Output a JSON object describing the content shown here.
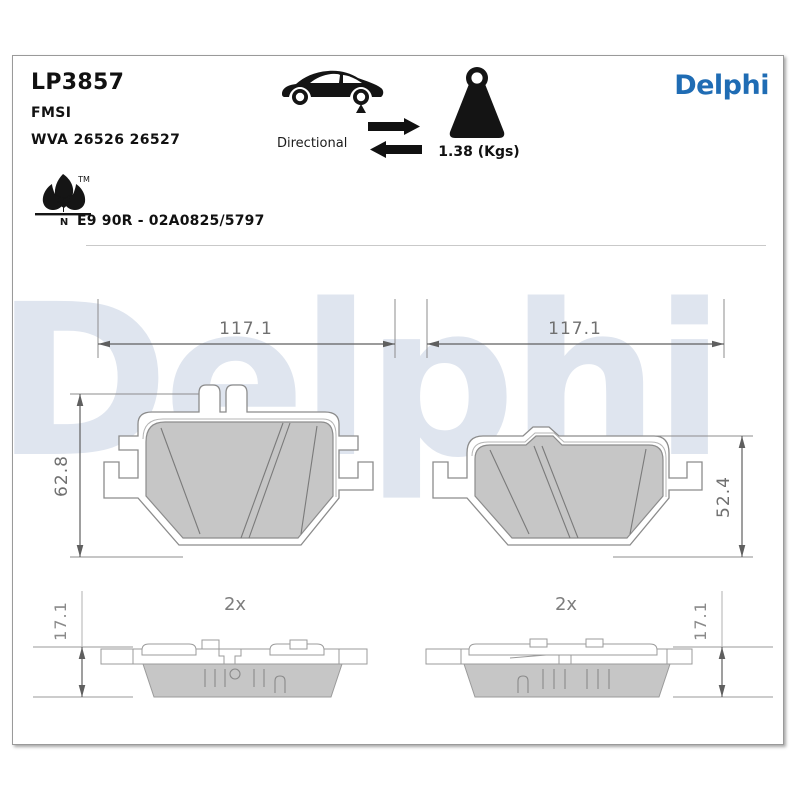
{
  "product": {
    "part_number": "LP3857",
    "fmsi_label": "FMSI",
    "wva_label": "WVA 26526 26527",
    "approval_code": "E9 90R - 02A0825/5797",
    "eco_icon": "leaf-n-icon"
  },
  "header": {
    "brand": "Delphi",
    "brand_color": "#1f6cb4",
    "car_icon": "car-side-rear-axle-icon",
    "directional_label": "Directional",
    "arrows_icon": "bidirectional-arrows-icon",
    "weight_icon": "weight-kettlebell-icon",
    "weight_value": "1.38 (Kgs)"
  },
  "watermark": {
    "text": "Delphi",
    "color": "#dfe5ef"
  },
  "drawings": {
    "left_pad": {
      "name": "brake-pad-left",
      "width_label": "117.1",
      "height_label": "62.8",
      "thickness_label": "17.1",
      "quantity_label": "2x"
    },
    "right_pad": {
      "name": "brake-pad-right",
      "width_label": "117.1",
      "height_label": "52.4",
      "thickness_label": "17.1",
      "quantity_label": "2x"
    }
  },
  "colors": {
    "line": "#8c8c8c",
    "pad_fill": "#c9c9c9",
    "plate_fill": "#f2f2f2",
    "dim_text": "#707070"
  }
}
